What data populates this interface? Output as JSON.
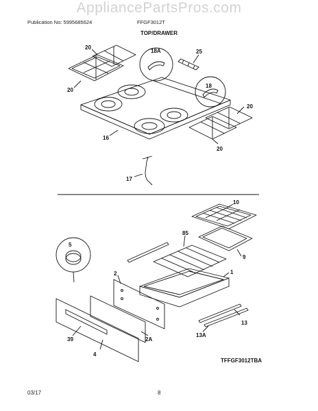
{
  "watermark": "AppliancePartsPros.com",
  "header": {
    "publication": "Publication No: 5995685624",
    "model": "FFGF3012T"
  },
  "section_title": "TOP/DRAWER",
  "callouts": {
    "c20a": "20",
    "c20b": "20",
    "c20c": "20",
    "c20d": "20",
    "c18a": "18A",
    "c25": "25",
    "c18": "18",
    "c16": "16",
    "c17": "17",
    "c10": "10",
    "c85": "85",
    "c9": "9",
    "c5": "5",
    "c1": "1",
    "c2": "2",
    "c13": "13",
    "c13a": "13A",
    "c39": "39",
    "c2a": "2A",
    "c4": "4"
  },
  "diagram_code": "TFFGF3012TBA",
  "footer": {
    "date": "03/17",
    "page": "8"
  }
}
